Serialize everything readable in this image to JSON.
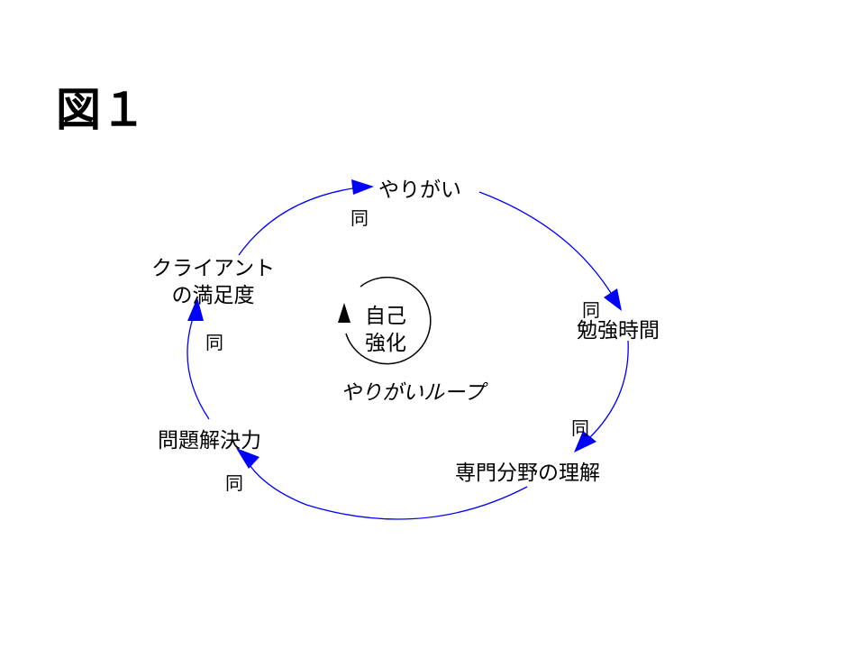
{
  "title": "図１",
  "nodes": {
    "motivation": "やりがい",
    "study_time": "勉強時間",
    "expertise": "専門分野の理解",
    "problem_solving": "問題解決力",
    "client_satisfaction_line1": "クライアント",
    "client_satisfaction_line2": "の満足度"
  },
  "polarity": {
    "p1": "同",
    "p2": "同",
    "p3": "同",
    "p4": "同",
    "p5": "同"
  },
  "loop": {
    "type_line1": "自己",
    "type_line2": "強化",
    "name": "やりがいループ"
  },
  "colors": {
    "link": "#0000ff",
    "text": "#000000"
  }
}
